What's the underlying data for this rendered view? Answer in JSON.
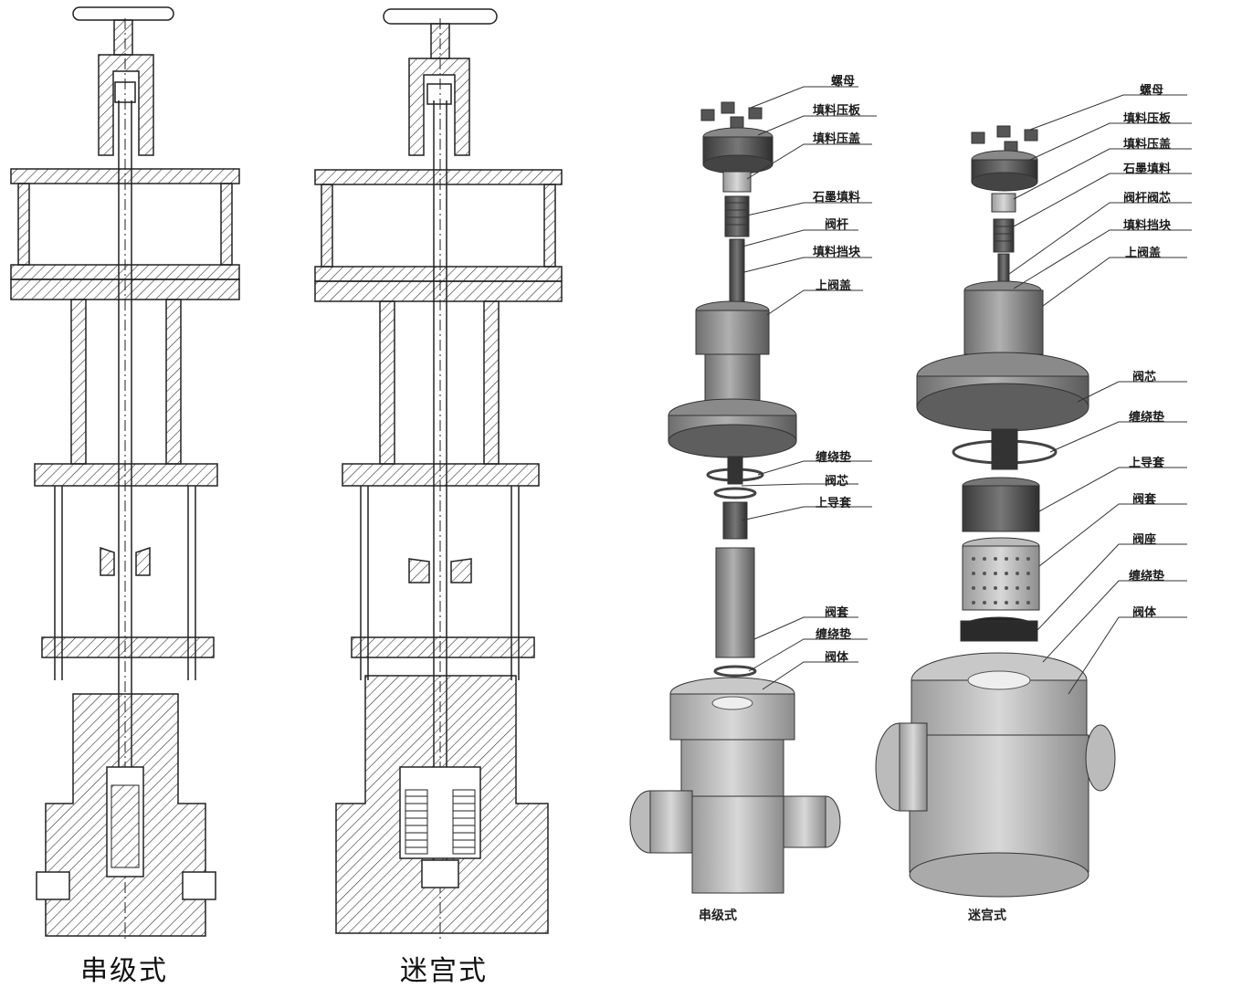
{
  "captions": {
    "left_section": "串级式",
    "mid_section": "迷宫式",
    "left_exploded": "串级式",
    "right_exploded": "迷宫式"
  },
  "labels_cascade": [
    "螺母",
    "填料压板",
    "填料压盖",
    "石墨填料",
    "阀杆",
    "填料挡块",
    "上阀盖",
    "缠绕垫",
    "阀芯",
    "上导套",
    "阀套",
    "缠绕垫",
    "阀体"
  ],
  "labels_labyrinth": [
    "螺母",
    "填料压板",
    "填料压盖",
    "石墨填料",
    "阀杆阀芯",
    "填料挡块",
    "上阀盖",
    "阀芯",
    "缠绕垫",
    "上导套",
    "阀套",
    "阀座",
    "缠绕垫",
    "阀体"
  ]
}
